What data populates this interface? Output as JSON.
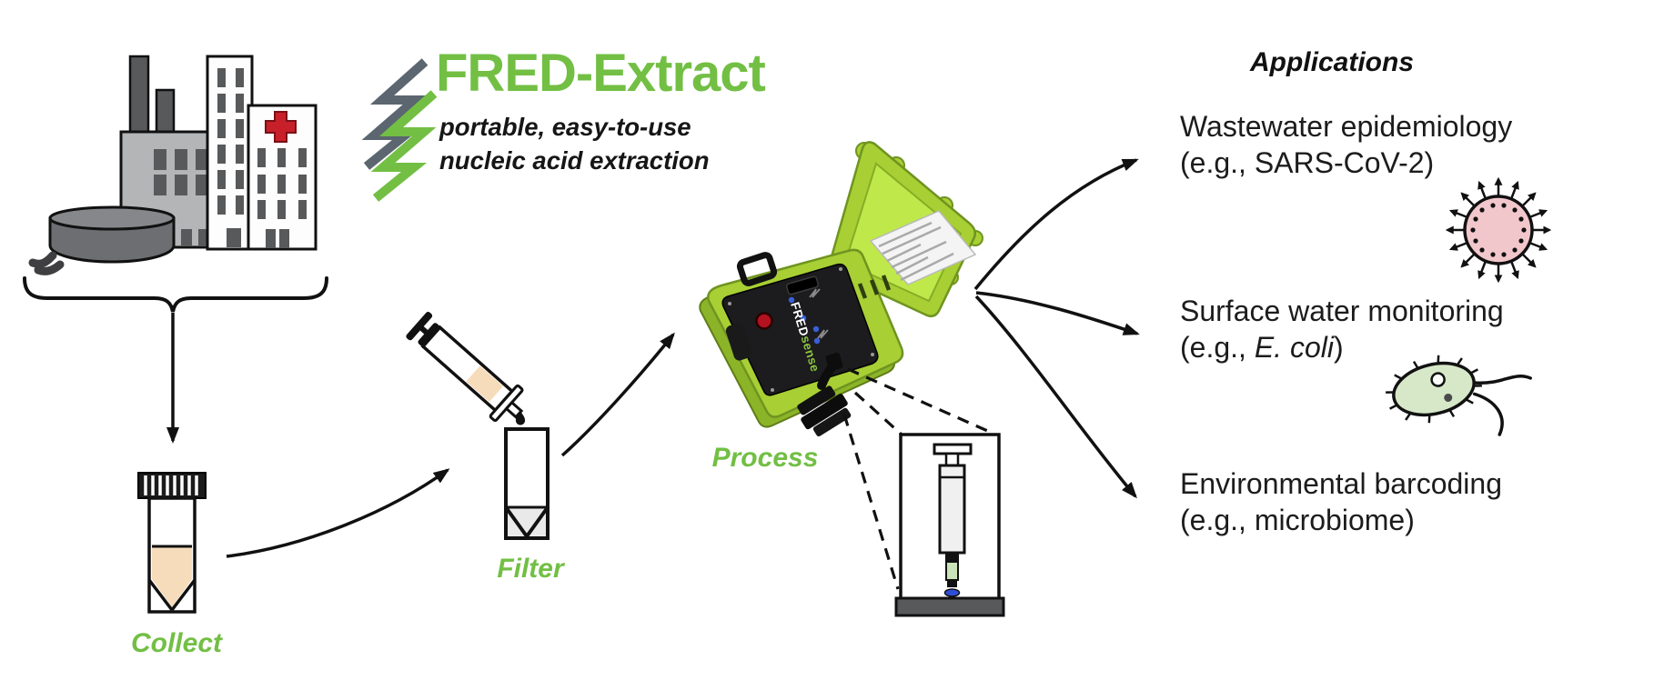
{
  "brand": {
    "title": "FRED-Extract",
    "tagline_line1": "portable, easy-to-use",
    "tagline_line2": "nucleic acid extraction",
    "logo_icon": "double-lightning-bolt-icon"
  },
  "stages": {
    "collect": "Collect",
    "filter": "Filter",
    "process": "Process"
  },
  "device": {
    "label_part1": "FRED",
    "label_part2": "sense"
  },
  "applications": {
    "heading": "Applications",
    "items": [
      {
        "title": "Wastewater epidemiology",
        "example_prefix": "(e.g., ",
        "example_name": "SARS-CoV-2",
        "example_suffix": ")",
        "icon": "virus-icon"
      },
      {
        "title": "Surface water monitoring",
        "example_prefix": "(e.g., ",
        "example_name": "E. coli",
        "example_suffix": ")",
        "icon": "bacteria-icon"
      },
      {
        "title": "Environmental barcoding",
        "example_prefix": "(e.g., ",
        "example_name": "microbiome",
        "example_suffix": ")",
        "icon": "none"
      }
    ]
  },
  "colors": {
    "brand_green": "#72bf44",
    "sense_green": "#8dc63f",
    "device_lime": "#a8cf34",
    "device_lime_dark": "#8cb428",
    "virus_pink": "#f2c7cb",
    "bacteria_green": "#d6e8c8",
    "cross_red": "#c8202a",
    "sample_tan": "#f6dcba",
    "text_black": "#1c1c1c"
  }
}
